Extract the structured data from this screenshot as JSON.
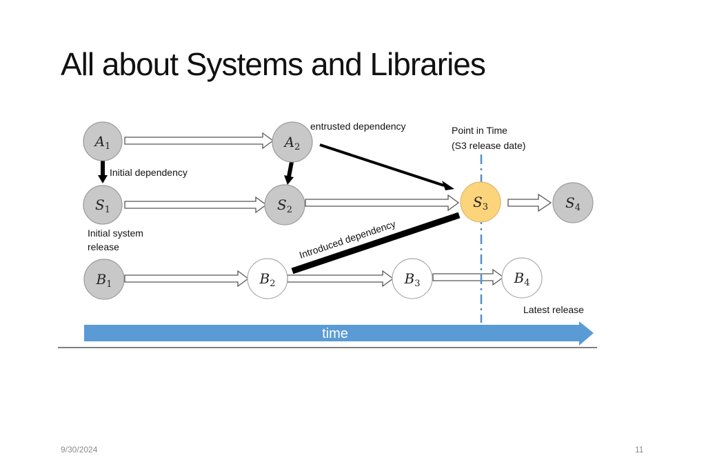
{
  "slide": {
    "title": "All about Systems and Libraries",
    "date": "9/30/2024",
    "page_number": "11"
  },
  "colors": {
    "node_gray": "#c8c8c8",
    "node_white": "#ffffff",
    "node_highlight": "#fcd47c",
    "time_arrow": "#5b9bd5",
    "time_marker": "#4f8fc9"
  },
  "nodes": {
    "a1": {
      "letter": "A",
      "sub": "1"
    },
    "a2": {
      "letter": "A",
      "sub": "2"
    },
    "s1": {
      "letter": "S",
      "sub": "1"
    },
    "s2": {
      "letter": "S",
      "sub": "2"
    },
    "s3": {
      "letter": "S",
      "sub": "3"
    },
    "s4": {
      "letter": "S",
      "sub": "4"
    },
    "b1": {
      "letter": "B",
      "sub": "1"
    },
    "b2": {
      "letter": "B",
      "sub": "2"
    },
    "b3": {
      "letter": "B",
      "sub": "3"
    },
    "b4": {
      "letter": "B",
      "sub": "4"
    }
  },
  "labels": {
    "entrusted": "entrusted dependency",
    "initial_dependency": "Initial dependency",
    "point_in_time_1": "Point in Time",
    "point_in_time_2": "(S3 release date)",
    "initial_system_1": "Initial system",
    "initial_system_2": "release",
    "introduced": "Introduced dependency",
    "latest_release": "Latest release",
    "time": "time"
  }
}
